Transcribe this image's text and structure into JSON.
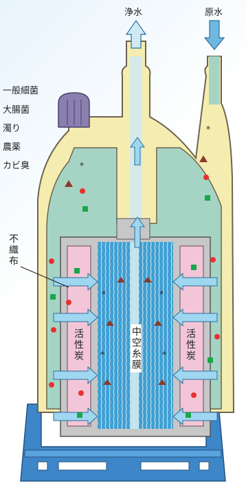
{
  "labels": {
    "clean_water": "浄水",
    "raw_water": "原水",
    "contaminants": [
      "一般細菌",
      "大腸菌",
      "濁り",
      "農薬",
      "カビ臭"
    ],
    "nonwoven": "不織布",
    "activated_carbon_left": "活性炭",
    "activated_carbon_right": "活性炭",
    "hollow_fiber": "中空糸膜"
  },
  "colors": {
    "body": "#f5ecb0",
    "body_outline": "#6b6450",
    "water": "#a6d4c4",
    "carbon": "#f2c6d8",
    "membrane": "#3f9fd2",
    "arrow": "#9fd6f0",
    "base": "#3d86c8",
    "cap": "#8b7fb0",
    "red_dot": "#e8302e",
    "green_sq": "#1aa64b",
    "triangle": "#8b3a2a"
  }
}
